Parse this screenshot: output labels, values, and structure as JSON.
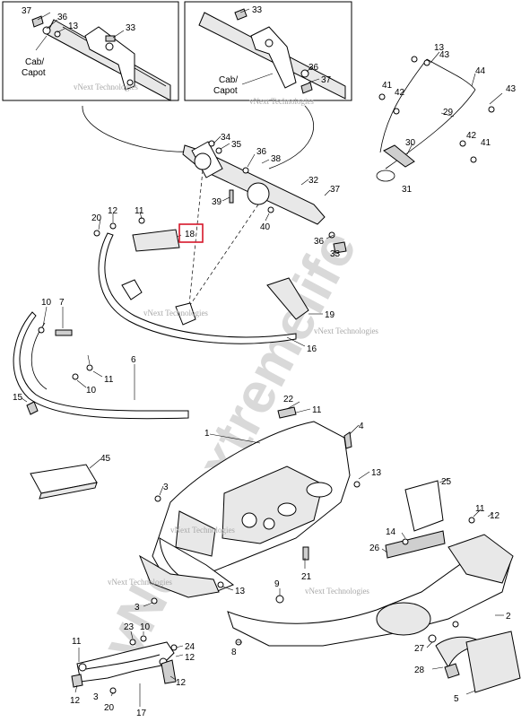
{
  "watermark": {
    "big_text": "vNext extremelife",
    "small_text": "vNext Technologies"
  },
  "inset_left": {
    "note_line1": "Cab/",
    "note_line2": "Capot"
  },
  "inset_right": {
    "note_line1": "Cab/",
    "note_line2": "Capot"
  },
  "highlighted_callout": "18",
  "callouts": [
    "37",
    "36",
    "13",
    "33",
    "33",
    "36",
    "37",
    "13",
    "43",
    "44",
    "43",
    "41",
    "42",
    "29",
    "30",
    "42",
    "41",
    "31",
    "34",
    "35",
    "36",
    "38",
    "32",
    "37",
    "39",
    "40",
    "36",
    "33",
    "20",
    "12",
    "11",
    "18",
    "19",
    "16",
    "10",
    "7",
    "6",
    "11",
    "10",
    "15",
    "22",
    "11",
    "4",
    "1",
    "45",
    "13",
    "3",
    "25",
    "14",
    "11",
    "12",
    "26",
    "9",
    "3",
    "13",
    "2",
    "11",
    "23",
    "10",
    "24",
    "12",
    "21",
    "12",
    "3",
    "8",
    "27",
    "28",
    "12",
    "20",
    "5",
    "17"
  ]
}
